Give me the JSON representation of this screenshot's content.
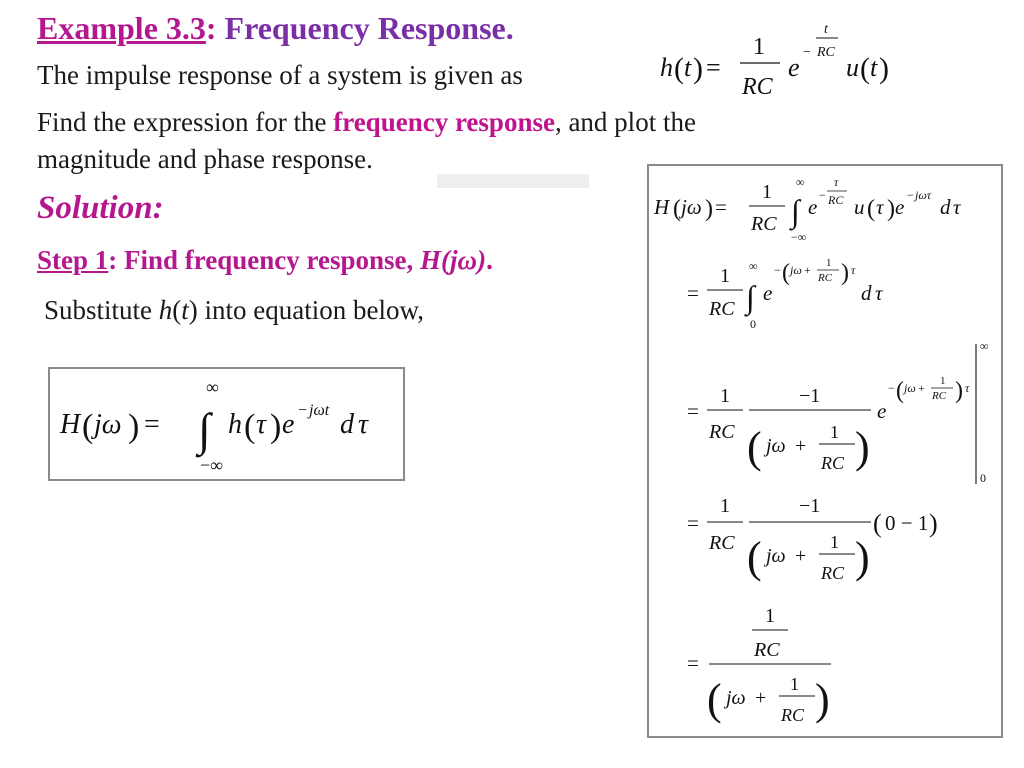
{
  "title": {
    "example": "Example 3.3",
    "colon": ":",
    "topic": "Frequency Response."
  },
  "problem": {
    "line1": "The impulse response of a system is given as",
    "line2_start": "Find the expression for the ",
    "line2_emph": "frequency response",
    "line2_end": ", and plot the",
    "line3": "magnitude and phase response."
  },
  "solution": {
    "heading": "Solution:"
  },
  "step": {
    "label": "Step 1",
    "sep": ": ",
    "text": "Find frequency response, ",
    "symbol": "H(jω)",
    "end": "."
  },
  "substitute": {
    "before": "Substitute ",
    "fn": "h",
    "arg": "t",
    "after": " into equation below,"
  },
  "colors": {
    "accent_magenta": "#b5178f",
    "accent_purple": "#7a2ea8",
    "box_border": "#8a8a8a"
  }
}
